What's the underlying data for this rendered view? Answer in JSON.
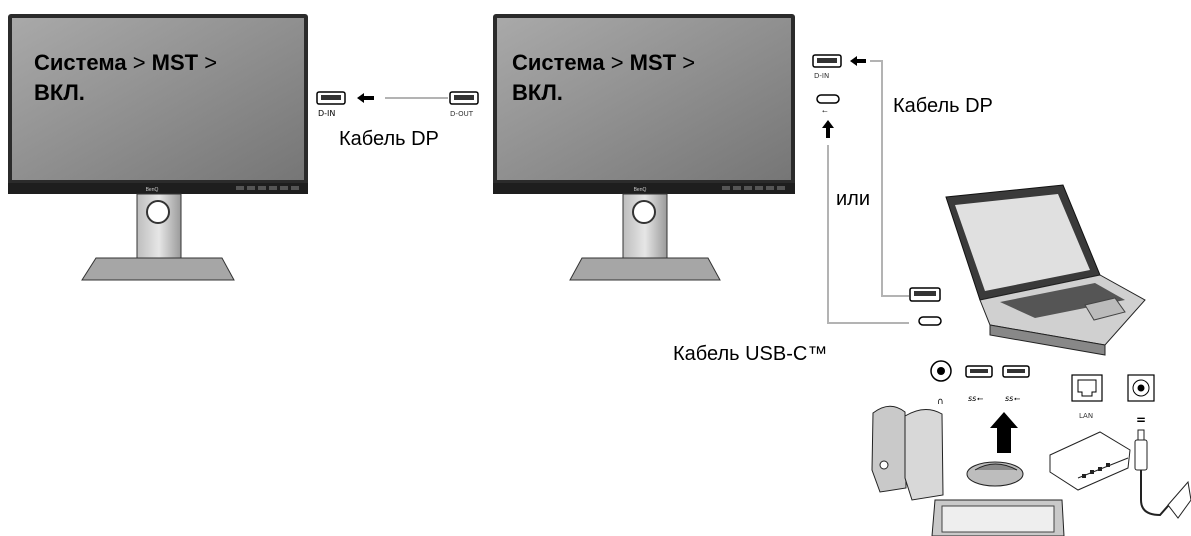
{
  "monitor1": {
    "osd_line1_bold": "Система",
    "osd_sep1": " > ",
    "osd_line1_bold2": "MST",
    "osd_sep2": " >",
    "osd_line2_bold": "ВКЛ.",
    "brand": "BenQ"
  },
  "monitor2": {
    "osd_line1_bold": "Система",
    "osd_sep1": " > ",
    "osd_line1_bold2": "MST",
    "osd_sep2": " >",
    "osd_line2_bold": "ВКЛ.",
    "brand": "BenQ"
  },
  "links": {
    "dp_between_monitors": "Кабель DP",
    "dp_to_laptop": "Кабель DP",
    "or": "или",
    "usbc": "Кабель USB-C™"
  },
  "ports": {
    "dp_in": "D-IN",
    "dp_out": "D-OUT",
    "lan": "LAN",
    "power": "="
  },
  "colors": {
    "screen": "#8c8c8c",
    "bezel": "#2b2b2b",
    "cable": "#b3b3b3"
  }
}
